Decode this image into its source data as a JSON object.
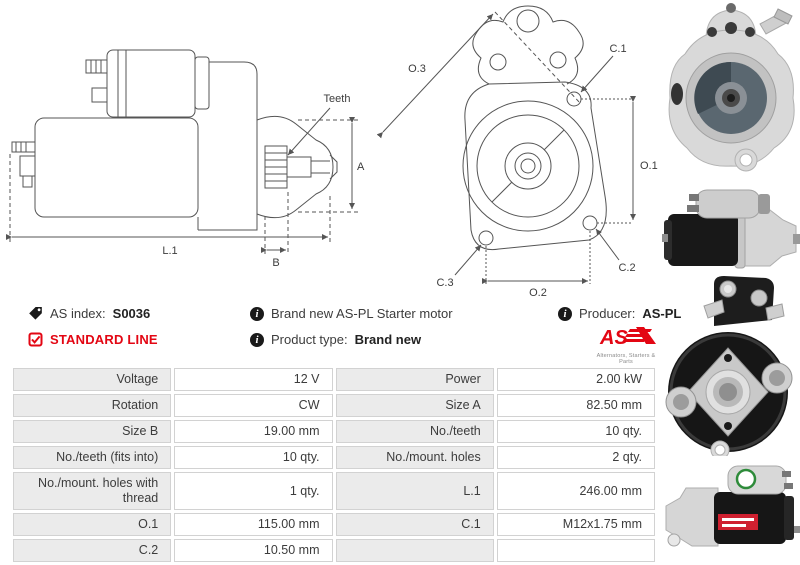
{
  "colors": {
    "accent_red": "#e30613",
    "table_label_bg": "#ebebeb",
    "table_border": "#d2d2d2",
    "drawing_stroke": "#555555"
  },
  "icons": {
    "info_glyph": "i",
    "tag_icon": "tag-icon",
    "checkbox_icon": "checked-box-icon"
  },
  "info": {
    "as_index_label": "AS index:",
    "as_index_value": "S0036",
    "standard_line": "STANDARD LINE",
    "brand_new_desc": "Brand new AS-PL Starter motor",
    "product_type_label": "Product type:",
    "product_type_value": "Brand new",
    "producer_label": "Producer:",
    "producer_value": "AS-PL",
    "logo_text": "AS",
    "logo_tagline": "Alternators, Starters & Parts"
  },
  "drawings": {
    "side_view": {
      "teeth": "Teeth",
      "a": "A",
      "l1": "L.1",
      "b": "B"
    },
    "front_view": {
      "o3": "O.3",
      "c1": "C.1",
      "o1": "O.1",
      "c2": "C.2",
      "c3": "C.3",
      "o2": "O.2"
    }
  },
  "spec_table": {
    "rows": [
      {
        "label_left": "Voltage",
        "value_left": "12 V",
        "label_right": "Power",
        "value_right": "2.00 kW"
      },
      {
        "label_left": "Rotation",
        "value_left": "CW",
        "label_right": "Size A",
        "value_right": "82.50 mm"
      },
      {
        "label_left": "Size B",
        "value_left": "19.00 mm",
        "label_right": "No./teeth",
        "value_right": "10 qty."
      },
      {
        "label_left": "No./teeth (fits into)",
        "value_left": "10 qty.",
        "label_right": "No./mount. holes",
        "value_right": "2 qty."
      },
      {
        "label_left": "No./mount. holes with thread",
        "value_left": "1 qty.",
        "label_right": "L.1",
        "value_right": "246.00 mm"
      },
      {
        "label_left": "O.1",
        "value_left": "115.00 mm",
        "label_right": "C.1",
        "value_right": "M12x1.75 mm"
      },
      {
        "label_left": "C.2",
        "value_left": "10.50 mm",
        "label_right": "",
        "value_right": ""
      }
    ]
  }
}
